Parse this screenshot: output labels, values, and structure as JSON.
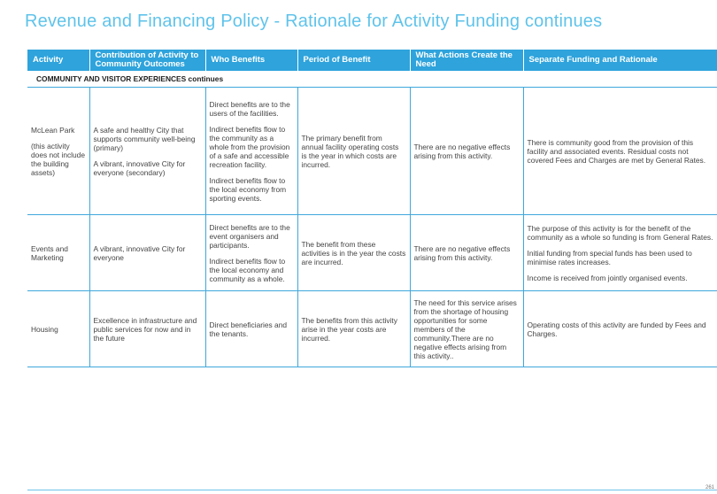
{
  "title": "Revenue and Financing Policy - Rationale for Activity Funding continues",
  "headers": [
    "Activity",
    "Contribution of Activity to Community Outcomes",
    "Who Benefits",
    "Period of Benefit",
    "What Actions Create the Need",
    "Separate Funding and Rationale"
  ],
  "section": "COMMUNITY AND VISITOR EXPERIENCES continues",
  "rows": [
    {
      "activity": [
        "McLean Park",
        "(this activity does not include the building assets)"
      ],
      "contribution": [
        "A safe and healthy City that supports community well-being (primary)",
        "A vibrant, innovative City for everyone (secondary)"
      ],
      "who": [
        "Direct benefits are to the users of the facilities.",
        "Indirect benefits flow to the community as a whole from the provision of a safe and accessible recreation facility.",
        "Indirect benefits flow to the local economy from sporting events."
      ],
      "period": [
        "The primary benefit from annual facility operating costs is the year in which costs are incurred."
      ],
      "actions": [
        "There are no negative effects arising from this activity."
      ],
      "funding": [
        "There is community good from the provision of this facility and associated events.  Residual costs not covered Fees and Charges are met by General Rates."
      ]
    },
    {
      "activity": [
        "Events and Marketing"
      ],
      "contribution": [
        "A vibrant, innovative City for everyone"
      ],
      "who": [
        "Direct benefits are to the event organisers and participants.",
        "Indirect benefits flow to the local economy and community as a whole."
      ],
      "period": [
        "The benefit from these activities is in the year the costs are incurred."
      ],
      "actions": [
        "There are no negative effects arising from this activity."
      ],
      "funding": [
        "The purpose of this activity is for the benefit of the community as a whole so funding is from General Rates.",
        "Initial funding from special funds has been used to minimise rates increases.",
        "Income is received from jointly organised events."
      ]
    },
    {
      "activity": [
        "Housing"
      ],
      "contribution": [
        "Excellence in infrastructure and public services for now and in the future"
      ],
      "who": [
        "Direct beneficiaries and the tenants."
      ],
      "period": [
        "The benefits from this activity arise in the year costs are incurred."
      ],
      "actions": [
        "The need for this service arises from the shortage of housing opportunities for some members of the community.There are no negative effects arising from this activity.."
      ],
      "funding": [
        "Operating costs of this activity are funded by Fees and Charges."
      ]
    }
  ],
  "page_number": "261",
  "colors": {
    "title": "#5fc3ea",
    "header_bg": "#2ea3dc",
    "rule": "#3ea8dc"
  }
}
